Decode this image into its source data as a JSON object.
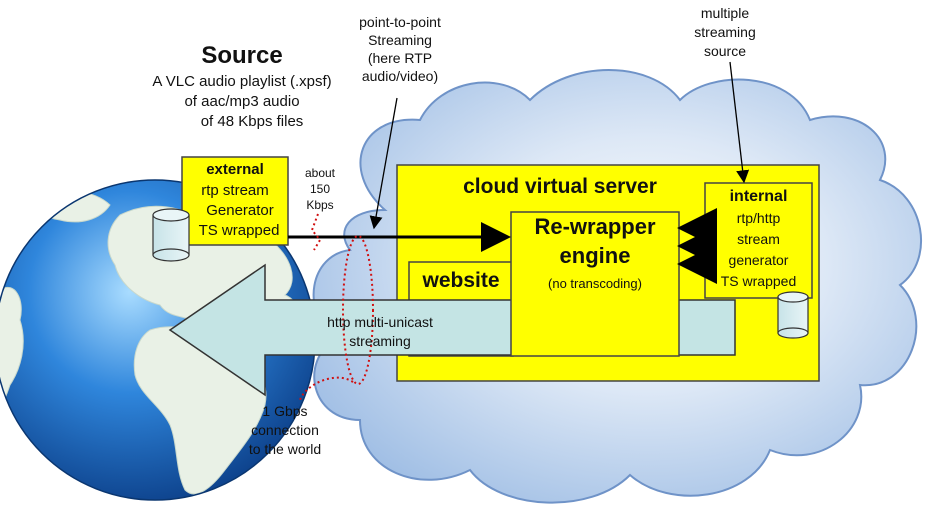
{
  "source": {
    "title": "Source",
    "line1": "A VLC audio playlist (.xpsf)",
    "line2": "of aac/mp3 audio",
    "line3": "of 48 Kbps files"
  },
  "p2p": {
    "line1": "point-to-point",
    "line2": "Streaming",
    "line3": "(here RTP",
    "line4": "audio/video)"
  },
  "multi_source": {
    "line1": "multiple",
    "line2": "streaming",
    "line3": "source"
  },
  "external_box": {
    "title": "external",
    "line1": "rtp stream",
    "line2": "Generator",
    "line3": "TS wrapped"
  },
  "bitrate": {
    "line1": "about",
    "line2": "150",
    "line3": "Kbps"
  },
  "cloud_server": {
    "title": "cloud virtual server"
  },
  "rewrapper": {
    "line1": "Re-wrapper",
    "line2": "engine",
    "note": "(no transcoding)"
  },
  "website": {
    "label": "website"
  },
  "internal_box": {
    "title": "internal",
    "line1": "rtp/http",
    "line2": "stream",
    "line3": "generator",
    "line4": "TS wrapped"
  },
  "http_arrow": {
    "line1": "http multi-unicast",
    "line2": "streaming"
  },
  "connection": {
    "line1": "1 Gbps",
    "line2": "connection",
    "line3": "to the world"
  },
  "colors": {
    "yellow": "#ffff00",
    "arrow_fill": "#c4e4e4",
    "cloud_fill": "#bcd3ee",
    "globe_ocean": "#1e6fc4",
    "dotted_red": "#d01010"
  }
}
